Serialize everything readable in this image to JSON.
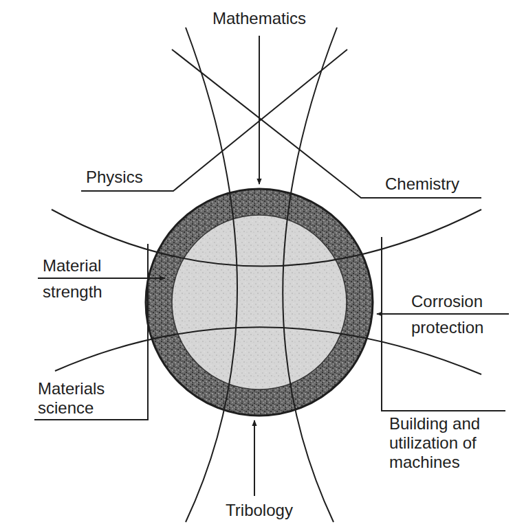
{
  "diagram": {
    "labels": [
      "Mathematics",
      "Physics",
      "Chemistry",
      "Material strength",
      "Corrosion protection",
      "Materials science",
      "Building and utilization of machines",
      "Tribology"
    ]
  }
}
